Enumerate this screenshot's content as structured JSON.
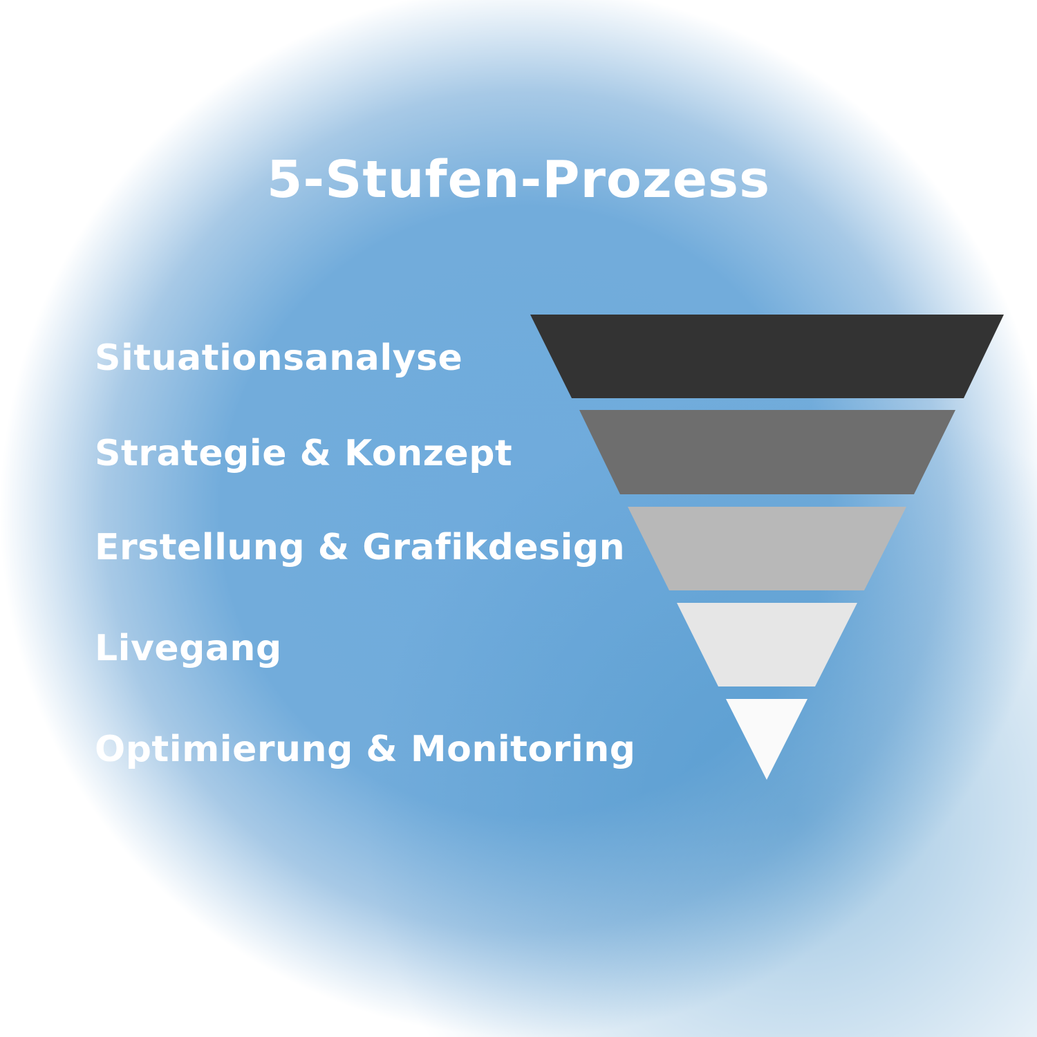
{
  "title": "5-Stufen-Prozess",
  "stages": [
    {
      "label": "Situationsanalyse",
      "color": "#333333"
    },
    {
      "label": "Strategie & Konzept",
      "color": "#6e6e6e"
    },
    {
      "label": "Erstellung & Grafikdesign",
      "color": "#b8b8b8"
    },
    {
      "label": "Livegang",
      "color": "#e6e6e6"
    },
    {
      "label": "Optimierung & Monitoring",
      "color": "#fafafa"
    }
  ]
}
